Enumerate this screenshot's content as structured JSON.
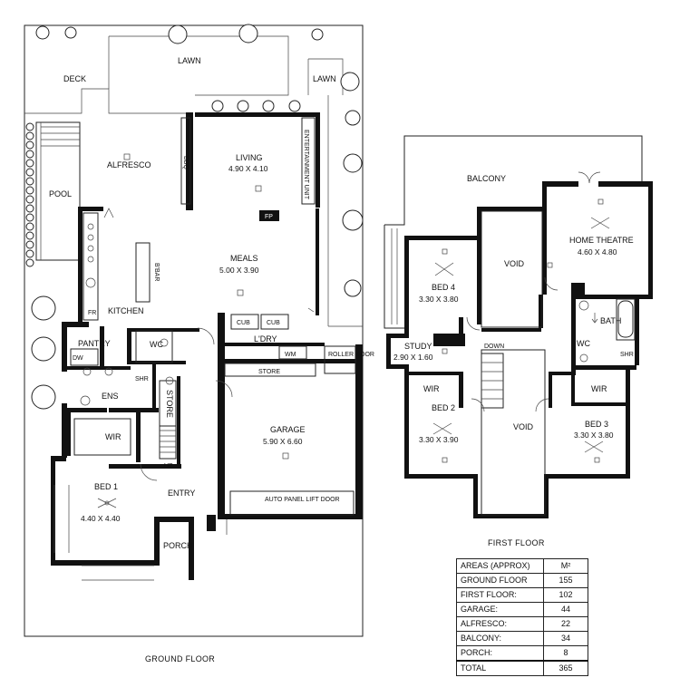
{
  "ground_floor": {
    "title": "GROUND FLOOR",
    "rooms": {
      "deck": "DECK",
      "lawn_1": "LAWN",
      "lawn_2": "LAWN",
      "alfresco": "ALFRESCO",
      "bbq": "bbq",
      "pool": "POOL",
      "living": "LIVING",
      "living_dim": "4.90 x 4.10",
      "entertainment": "entertainment unit",
      "fp": "fp",
      "meals": "MEALS",
      "meals_dim": "5.00 x 3.90",
      "kitchen": "KITCHEN",
      "bfbar": "b'bar",
      "fr": "fr",
      "cub_1": "cub",
      "cub_2": "cub",
      "ldry": "L'DRY",
      "wm": "wm",
      "store_1": "store",
      "roller_door": "roller door",
      "pantry": "PANTRY",
      "dw": "dw",
      "wc": "WC",
      "shr": "shr",
      "ens": "ENS",
      "store_2": "STORE",
      "wir": "WIR",
      "up": "up",
      "garage": "GARAGE",
      "garage_dim": "5.90 x 6.60",
      "auto_door": "auto panel lift door",
      "bed_1": "BED 1",
      "bed_1_dim": "4.40 x 4.40",
      "entry": "ENTRY",
      "porch": "PORCH"
    }
  },
  "first_floor": {
    "title": "FIRST FLOOR",
    "rooms": {
      "balcony": "BALCONY",
      "home_theatre": "HOME THEATRE",
      "home_theatre_dim": "4.60 x 4.80",
      "bed_4": "BED 4",
      "bed_4_dim": "3.30 x 3.80",
      "void_1": "VOID",
      "void_2": "VOID",
      "bath": "BATH",
      "wc": "WC",
      "shr": "shr",
      "study": "STUDY",
      "study_dim": "2.90 x 1.60",
      "down": "down",
      "wir_1": "WIR",
      "wir_2": "WIR",
      "bed_2": "BED 2",
      "bed_2_dim": "3.30 x 3.90",
      "bed_3": "BED 3",
      "bed_3_dim": "3.30 x 3.80"
    }
  },
  "areas": {
    "header": "AREAS (approx)",
    "unit": "m²",
    "rows": [
      {
        "label": "GROUND FLOOR",
        "value": "155"
      },
      {
        "label": "FIRST FLOOR:",
        "value": "102"
      },
      {
        "label": "GARAGE:",
        "value": "44"
      },
      {
        "label": "ALFRESCO:",
        "value": "22"
      },
      {
        "label": "BALCONY:",
        "value": "34"
      },
      {
        "label": "PORCH:",
        "value": "8"
      }
    ],
    "total_label": "TOTAL",
    "total_value": "365"
  }
}
